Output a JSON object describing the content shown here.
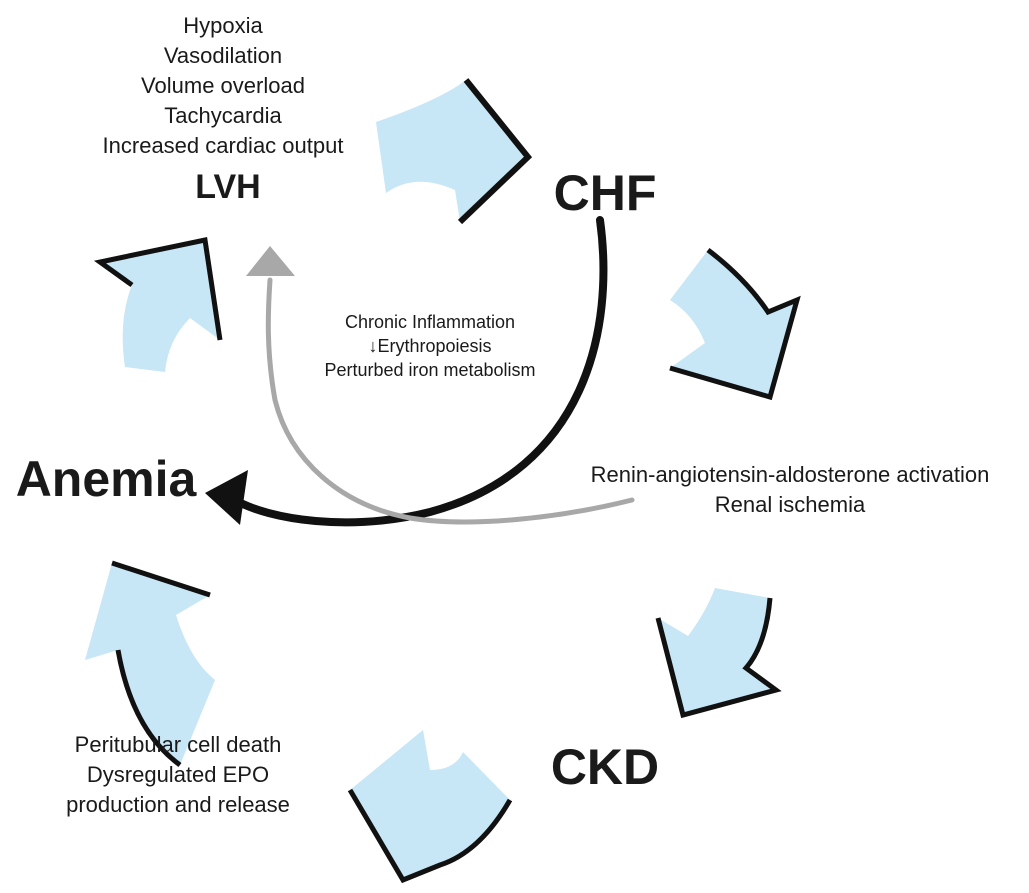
{
  "nodes": {
    "lvh": "LVH",
    "chf": "CHF",
    "anemia": "Anemia",
    "ckd": "CKD"
  },
  "factors": {
    "lvh_to_chf": [
      "Hypoxia",
      "Vasodilation",
      "Volume overload",
      "Tachycardia",
      "Increased cardiac output"
    ],
    "chf_to_ckd": [
      "Renin-angiotensin-aldosterone activation",
      "Renal ischemia"
    ],
    "ckd_to_anemia": [
      "Peritubular cell death",
      "Dysregulated EPO",
      "production and release"
    ],
    "center": [
      "Chronic Inflammation",
      "↓Erythropoiesis",
      "Perturbed iron metabolism"
    ]
  },
  "colors": {
    "arrow_fill": "#c7e6f6",
    "arrow_edge": "#111111",
    "black_curve": "#111111",
    "gray_curve": "#a8a8a8"
  }
}
